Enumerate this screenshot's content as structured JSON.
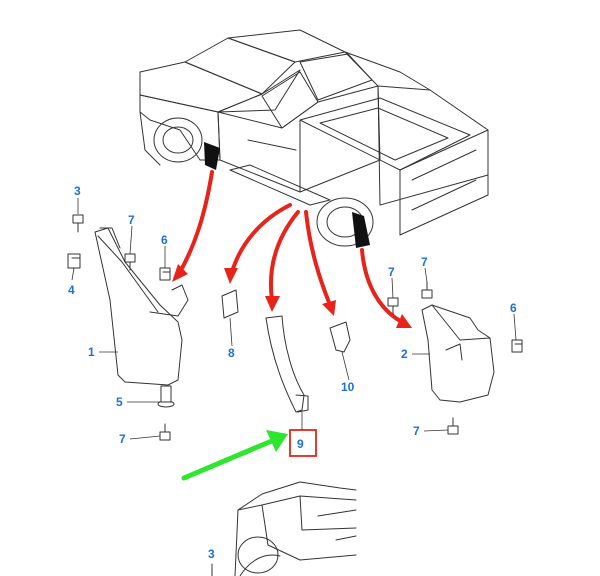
{
  "callouts": {
    "c1": "1",
    "c2": "2",
    "c3_top": "3",
    "c3_bottom": "3",
    "c4": "4",
    "c5": "5",
    "c6_left": "6",
    "c6_right": "6",
    "c7_left_top": "7",
    "c7_left_bottom": "7",
    "c7_right_top_a": "7",
    "c7_right_top_b": "7",
    "c7_right_bottom": "7",
    "c8": "8",
    "c9": "9",
    "c10": "10"
  },
  "colors": {
    "callout_text": "#1e6fd9",
    "arrow_red": "#e8231a",
    "arrow_green": "#2ee62e",
    "highlight_box": "#e8231a",
    "line_art": "#333333"
  }
}
